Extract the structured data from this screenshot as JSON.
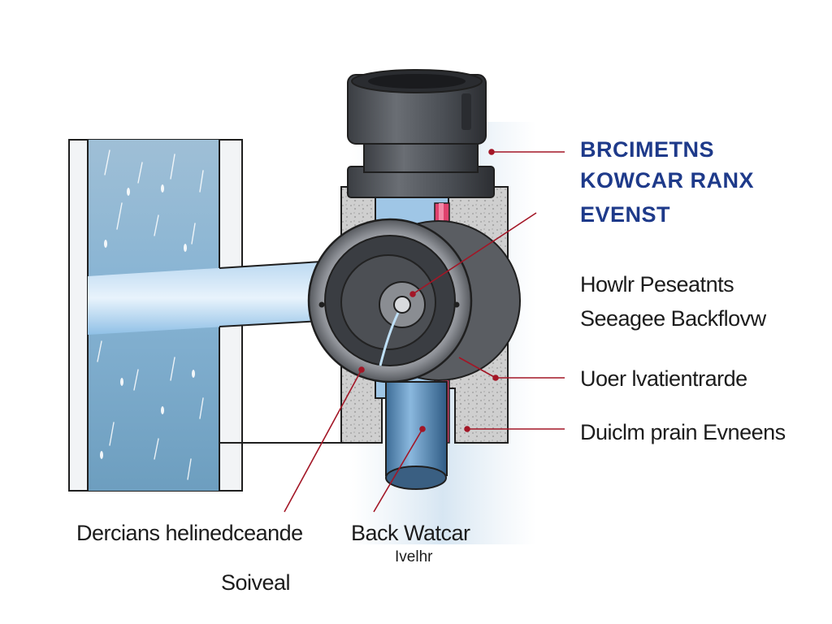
{
  "title": {
    "lines": [
      "BRCIMETNS",
      "KOWCAR RANX",
      "EVENST"
    ],
    "color": "#1e3a8a"
  },
  "side_labels": [
    "Howlr Peseatnts",
    "Seeagee Backflovw",
    "Uoer lvatientrarde",
    "Duiclm prain Evneens"
  ],
  "bottom_labels": {
    "left": "Dercians helinedceande",
    "center": "Back Watcar",
    "center_sub": "Ivelhr",
    "bottom": "Soiveal"
  },
  "colors": {
    "leader_line": "#a31626",
    "water": "#7fb6e3",
    "pipe_metal": "#4a4d52",
    "concrete": "#c9c9c9",
    "flap_seal": "#e0426e"
  }
}
